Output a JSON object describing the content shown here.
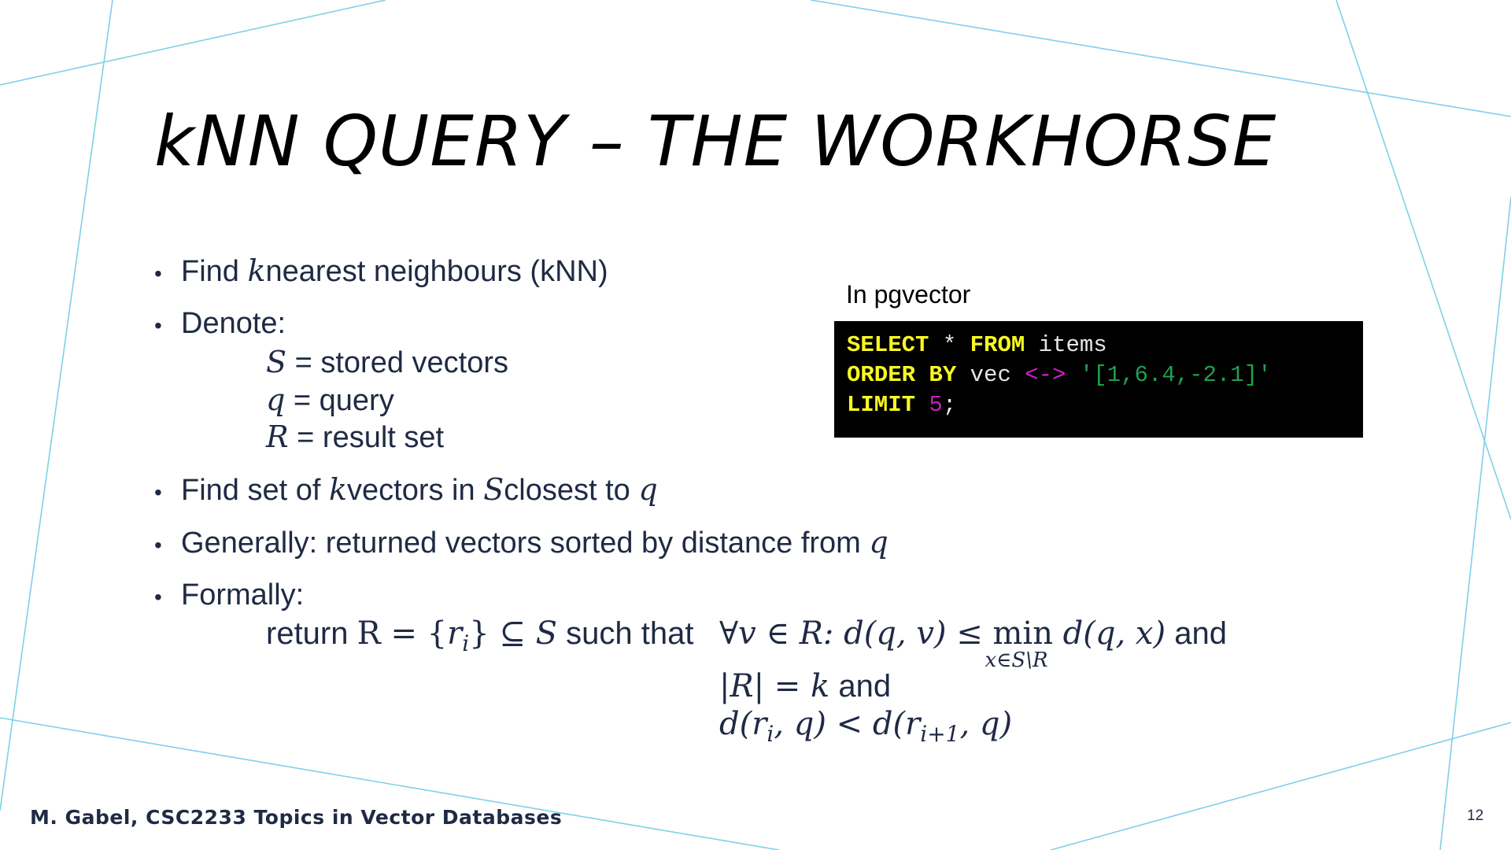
{
  "slide": {
    "title": "kNN QUERY – THE WORKHORSE",
    "bullets": {
      "b1": {
        "pre": "Find ",
        "k": "k",
        "post": " nearest neighbours (kNN)"
      },
      "b2": {
        "label": "Denote:"
      },
      "denote": [
        {
          "sym": "S",
          "text": " = stored vectors"
        },
        {
          "sym": "q",
          "text": " = query"
        },
        {
          "sym": "R",
          "text": " = result set"
        }
      ],
      "b3": {
        "p1": "Find set of ",
        "k": "k",
        "p2": " vectors in ",
        "S": "S",
        "p3": " closest to ",
        "q": "q"
      },
      "b4": {
        "text": "Generally: returned vectors sorted by distance from ",
        "q": "q"
      },
      "b5": {
        "label": "Formally:"
      }
    },
    "formal": {
      "return_text": "return ",
      "R_eq": "R = {",
      "r": "r",
      "i": "i",
      "subset": "} ⊆ ",
      "S": "S",
      "such_that": " such that",
      "line1_expr": "∀v ∈ R:  d(q, v) ≤ ",
      "min": "min",
      "min_under": "x∈S\\R",
      "line1_tail": " d(q, x)",
      "and1": " and",
      "line2_expr": "|R| = k",
      "and2": " and",
      "line3_a": "d(r",
      "line3_i": "i",
      "line3_b": ", q) < d(r",
      "line3_i1": "i+1",
      "line3_c": ", q)"
    },
    "code": {
      "caption": "In pgvector",
      "l1_kw1": "SELECT",
      "l1_star": " * ",
      "l1_kw2": "FROM",
      "l1_rest": " items",
      "l2_kw": "ORDER BY",
      "l2_col": " vec ",
      "l2_op": "<->",
      "l2_str": " '[1,6.4,-2.1]'",
      "l3_kw": "LIMIT",
      "l3_num": " 5",
      "l3_semi": ";"
    },
    "footer": "M. Gabel, CSC2233 Topics in Vector Databases",
    "page_number": "12",
    "colors": {
      "accent_line": "#7fd0ea",
      "text": "#1f2a44",
      "code_bg": "#000000"
    }
  }
}
